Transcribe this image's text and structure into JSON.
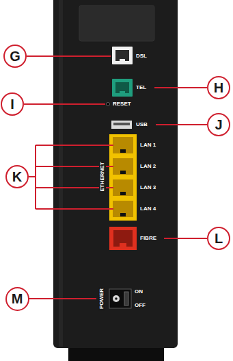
{
  "diagram": {
    "nodes": [
      {
        "text": [
          "G"
        ]
      },
      {
        "text": [
          "H"
        ]
      },
      {
        "text": [
          "I"
        ]
      },
      {
        "text": [
          "J"
        ]
      },
      {
        "text": [
          "K"
        ]
      },
      {
        "text": [
          "L"
        ]
      },
      {
        "text": [
          "M"
        ]
      }
    ],
    "labels": [
      "DSL",
      "TEL",
      "RESET",
      "USB",
      "LAN 1",
      "LAN 2",
      "LAN 3",
      "LAN 4",
      "ETHERNET",
      "FIBRE",
      "POWER",
      "ON",
      "OFF"
    ]
  }
}
